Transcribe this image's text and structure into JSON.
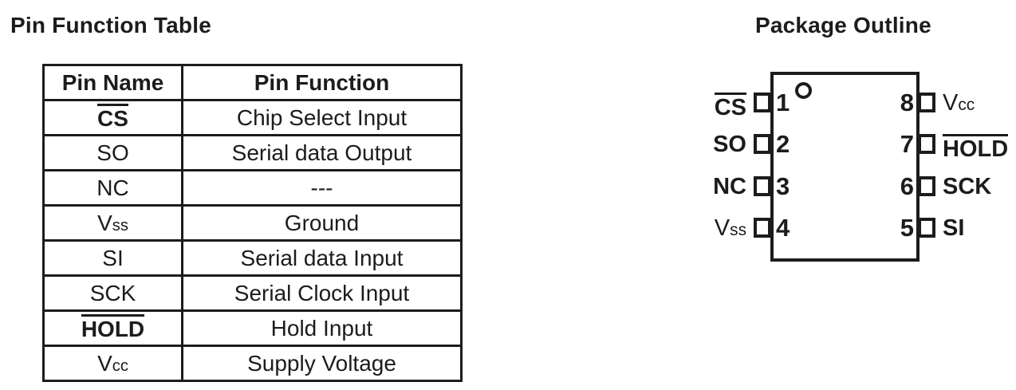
{
  "ink_color": "#1c1c1c",
  "background_color": "#ffffff",
  "pin_function_table": {
    "title": "Pin Function Table",
    "columns": [
      "Pin Name",
      "Pin Function"
    ],
    "rows": [
      {
        "name": "CS",
        "name_small": "",
        "function": "Chip Select Input",
        "overline": true,
        "bold": true
      },
      {
        "name": "SO",
        "name_small": "",
        "function": "Serial data Output",
        "overline": false,
        "bold": false
      },
      {
        "name": "NC",
        "name_small": "",
        "function": "---",
        "overline": false,
        "bold": false
      },
      {
        "name": "V",
        "name_small": "ss",
        "function": "Ground",
        "overline": false,
        "bold": false
      },
      {
        "name": "SI",
        "name_small": "",
        "function": "Serial data Input",
        "overline": false,
        "bold": false
      },
      {
        "name": "SCK",
        "name_small": "",
        "function": "Serial Clock Input",
        "overline": false,
        "bold": false
      },
      {
        "name": "HOLD",
        "name_small": "",
        "function": "Hold Input",
        "overline": true,
        "bold": true
      },
      {
        "name": "V",
        "name_small": "cc",
        "function": "Supply Voltage",
        "overline": false,
        "bold": false
      }
    ]
  },
  "package_outline": {
    "title": "Package Outline",
    "pin1_indicator": "circle",
    "left_pins": [
      {
        "number": "1",
        "label": "CS",
        "label_small": "",
        "overline": true
      },
      {
        "number": "2",
        "label": "SO",
        "label_small": "",
        "overline": false
      },
      {
        "number": "3",
        "label": "NC",
        "label_small": "",
        "overline": false
      },
      {
        "number": "4",
        "label": "V",
        "label_small": "ss",
        "overline": false
      }
    ],
    "right_pins": [
      {
        "number": "8",
        "label": "V",
        "label_small": "cc",
        "overline": false
      },
      {
        "number": "7",
        "label": "HOLD",
        "label_small": "",
        "overline": true
      },
      {
        "number": "6",
        "label": "SCK",
        "label_small": "",
        "overline": false
      },
      {
        "number": "5",
        "label": "SI",
        "label_small": "",
        "overline": false
      }
    ]
  }
}
